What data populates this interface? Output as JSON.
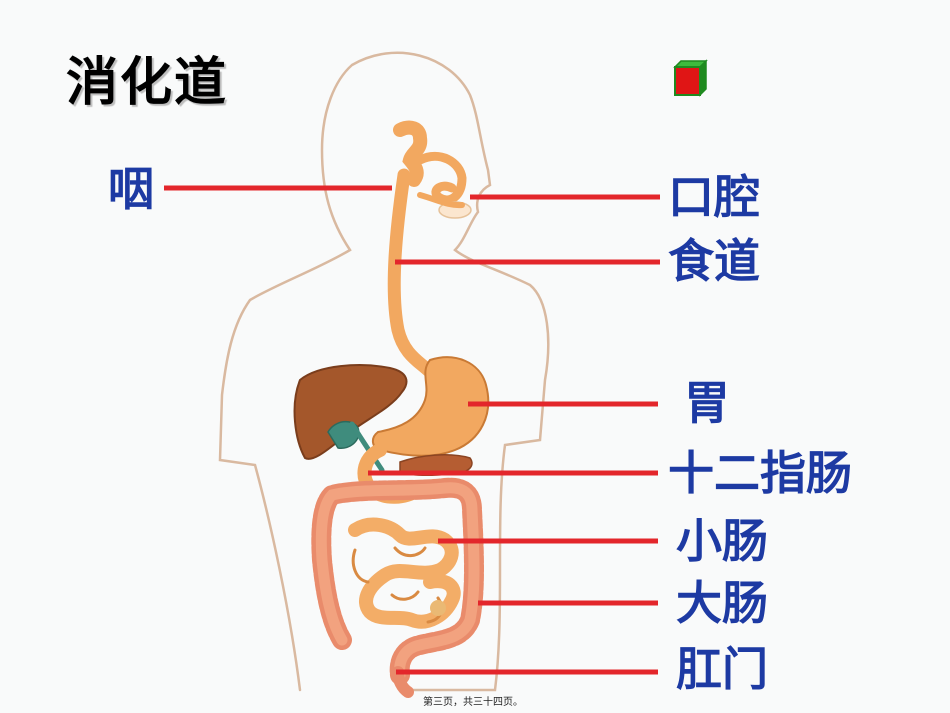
{
  "title": "消化道",
  "labels": {
    "pharynx": "咽",
    "mouth": "口腔",
    "esophagus": "食道",
    "stomach": "胃",
    "duodenum": "十二指肠",
    "small_intestine": "小肠",
    "large_intestine": "大肠",
    "anus": "肛门"
  },
  "footer": "第三页，共三十四页。",
  "colors": {
    "label_text": "#1d3aa3",
    "leader_line": "#e3262b",
    "digestive_tract": "#f2a860",
    "liver": "#a4572b",
    "gallbladder": "#3f8c7d",
    "intestine": "#f3ad67",
    "large_intestine": "#e98b6b",
    "body_outline": "#d9b9a0",
    "cube_front": "#e01515",
    "cube_edge": "#1f8a1f"
  }
}
